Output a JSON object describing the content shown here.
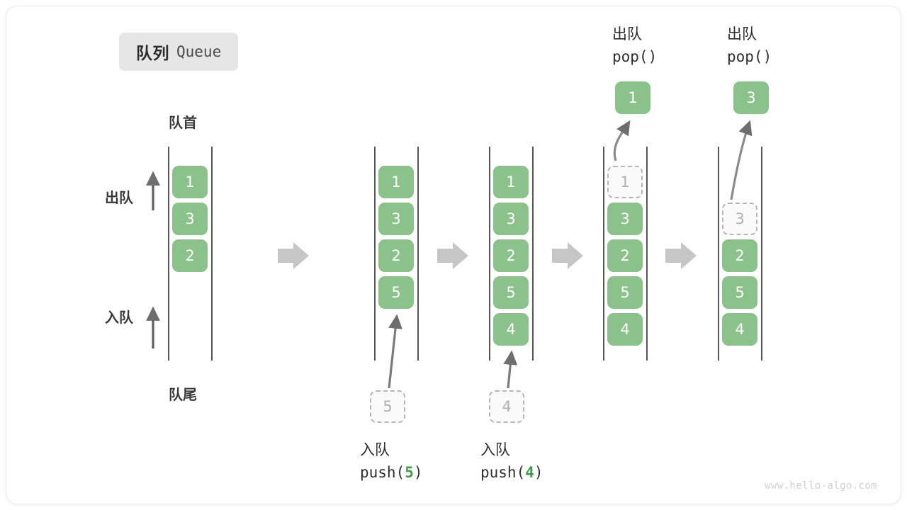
{
  "title": {
    "cn": "队列",
    "en": "Queue"
  },
  "labels": {
    "head": "队首",
    "tail": "队尾",
    "dequeue": "出队",
    "enqueue": "入队"
  },
  "watermark": "www.hello-algo.com",
  "colors": {
    "cell_fill": "#8bc18a",
    "cell_text": "#ffffff",
    "ghost_border": "#b6b6b6",
    "ghost_text": "#b0b0b0",
    "rail": "#555555",
    "arrow": "#6e6e6e",
    "transition_arrow": "#c6c6c6",
    "accent_value": "#3f9a4a",
    "badge_bg": "#e6e6e6"
  },
  "columns": [
    {
      "id": "state-initial",
      "cells": [
        {
          "value": "1",
          "state": "filled"
        },
        {
          "value": "3",
          "state": "filled"
        },
        {
          "value": "2",
          "state": "filled"
        }
      ]
    },
    {
      "id": "state-after-push-5",
      "cells": [
        {
          "value": "1",
          "state": "filled"
        },
        {
          "value": "3",
          "state": "filled"
        },
        {
          "value": "2",
          "state": "filled"
        },
        {
          "value": "5",
          "state": "filled"
        }
      ]
    },
    {
      "id": "state-after-push-4",
      "cells": [
        {
          "value": "1",
          "state": "filled"
        },
        {
          "value": "3",
          "state": "filled"
        },
        {
          "value": "2",
          "state": "filled"
        },
        {
          "value": "5",
          "state": "filled"
        },
        {
          "value": "4",
          "state": "filled"
        }
      ]
    },
    {
      "id": "state-pop-1",
      "cells": [
        {
          "value": "1",
          "state": "ghost"
        },
        {
          "value": "3",
          "state": "filled"
        },
        {
          "value": "2",
          "state": "filled"
        },
        {
          "value": "5",
          "state": "filled"
        },
        {
          "value": "4",
          "state": "filled"
        }
      ]
    },
    {
      "id": "state-pop-3",
      "cells": [
        {
          "value": "",
          "state": "empty"
        },
        {
          "value": "3",
          "state": "ghost"
        },
        {
          "value": "2",
          "state": "filled"
        },
        {
          "value": "5",
          "state": "filled"
        },
        {
          "value": "4",
          "state": "filled"
        }
      ]
    }
  ],
  "operations": {
    "push_5": {
      "cn": "入队",
      "code_prefix": "push(",
      "value": "5",
      "code_suffix": ")",
      "ghost_value": "5"
    },
    "push_4": {
      "cn": "入队",
      "code_prefix": "push(",
      "value": "4",
      "code_suffix": ")",
      "ghost_value": "4"
    },
    "pop_1": {
      "cn": "出队",
      "code": "pop()",
      "popped_value": "1"
    },
    "pop_3": {
      "cn": "出队",
      "code": "pop()",
      "popped_value": "3"
    }
  }
}
